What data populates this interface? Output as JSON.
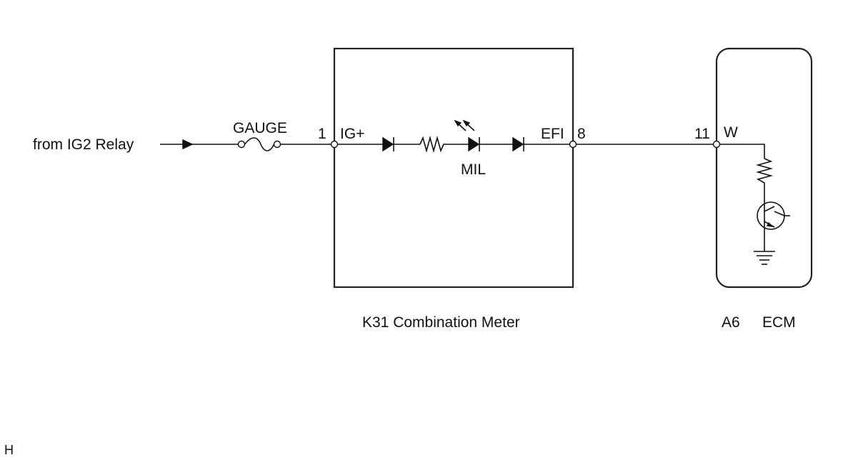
{
  "source": {
    "label": "from IG2 Relay"
  },
  "fuse": {
    "label": "GAUGE"
  },
  "combination_meter": {
    "name": "K31  Combination Meter",
    "pin_in_number": "1",
    "pin_in_name": "IG+",
    "pin_out_name": "EFI",
    "pin_out_number": "8",
    "lamp_label": "MIL"
  },
  "ecm": {
    "connector": "A6",
    "name": "ECM",
    "pin_number": "11",
    "wire_color": "W"
  },
  "footer": {
    "code": "H"
  }
}
